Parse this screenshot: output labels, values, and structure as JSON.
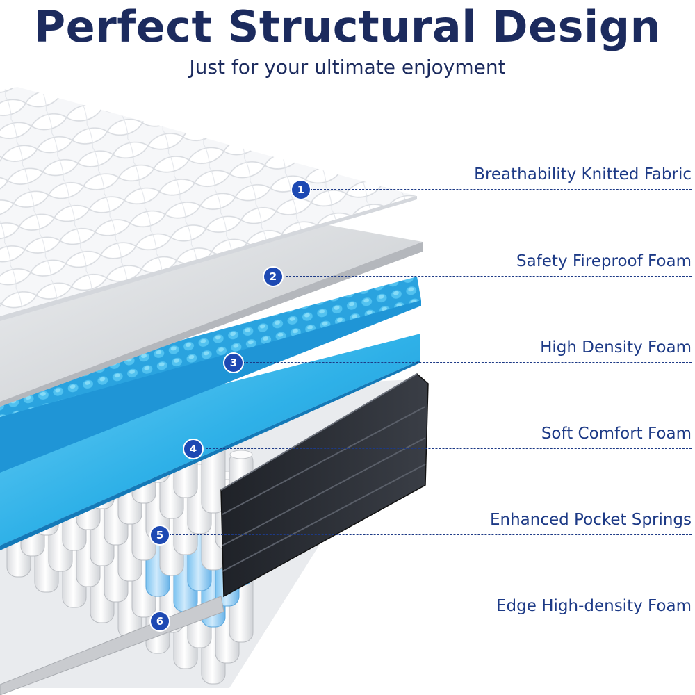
{
  "header": {
    "title": "Perfect Structural Design",
    "subtitle": "Just for your ultimate enjoyment"
  },
  "colors": {
    "title": "#1c2b5e",
    "label": "#1d3a86",
    "marker": "#1d49b3",
    "foam_blue": "#2ca9e4",
    "foam_blue_light": "#6fd0f5",
    "fireproof_grey": "#d3d4d6",
    "side_panel": "#2a2d33"
  },
  "layers": [
    {
      "number": "1",
      "label": "Breathability Knitted Fabric"
    },
    {
      "number": "2",
      "label": "Safety Fireproof Foam"
    },
    {
      "number": "3",
      "label": "High Density Foam"
    },
    {
      "number": "4",
      "label": "Soft Comfort Foam"
    },
    {
      "number": "5",
      "label": "Enhanced Pocket Springs"
    },
    {
      "number": "6",
      "label": "Edge High-density Foam"
    }
  ]
}
